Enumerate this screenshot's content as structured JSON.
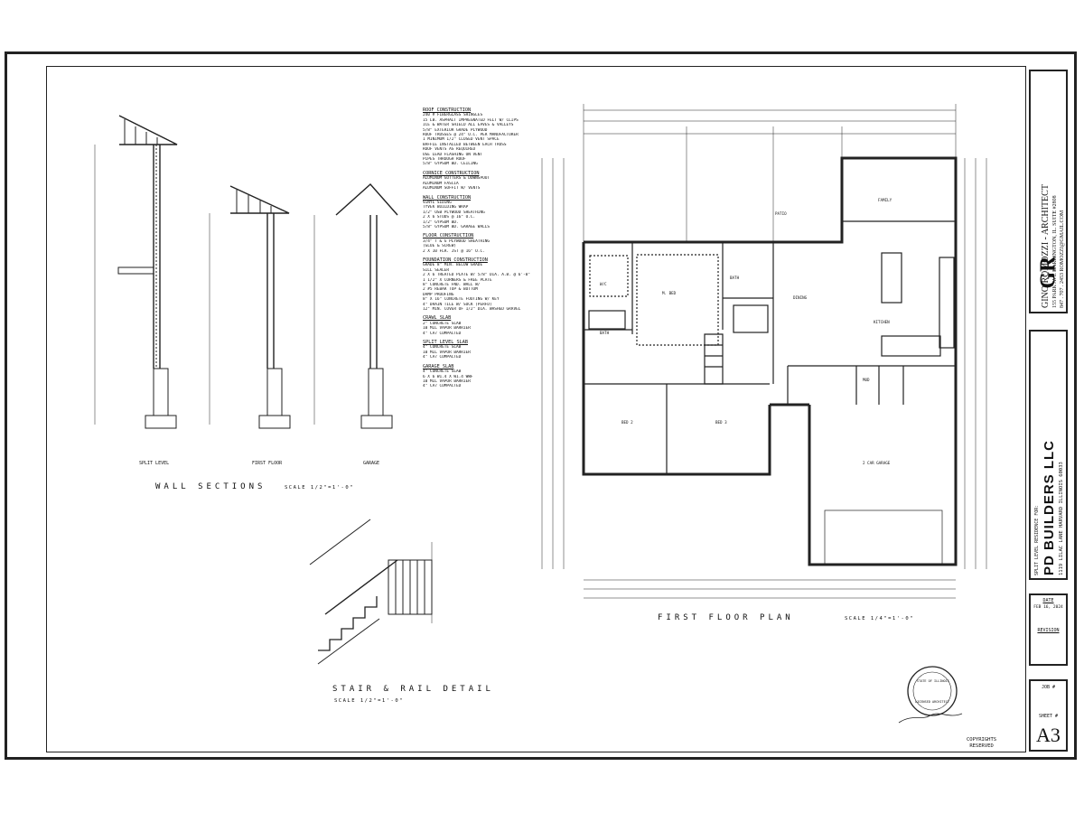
{
  "sheet": {
    "sheet_number": "A3",
    "job_label": "JOB #",
    "sheet_label": "SHEET #",
    "date_label": "DATE",
    "date_value": "FEB 16, 2024",
    "revision_label": "REVISION",
    "copyright": [
      "COPYRIGHTS",
      "RESERVED"
    ]
  },
  "architect": {
    "logo": "GR",
    "name": "GINO ROMOZZI - ARCHITECT",
    "address": "155 PARK AVE BARRINGTON, IL. SUITE #2808",
    "contact": "847 . 707 . 2453  ROMOZZI@GMAIL.COM"
  },
  "client": {
    "line1": "SPLIT LEVEL RESIDENCE FOR:",
    "name": "PD BUILDERS LLC",
    "address": "1119 LILAC LANE     HARVARD     ILLINOIS     60033"
  },
  "captions": {
    "wall_sections": "WALL SECTIONS",
    "wall_sections_scale": "SCALE 1/2\"=1'-0\"",
    "first_floor": "FIRST FLOOR PLAN",
    "first_floor_scale": "SCALE 1/4\"=1'-0\"",
    "stair": "STAIR & RAIL DETAIL",
    "stair_scale": "SCALE 1/2\"=1'-0\""
  },
  "section_labels": [
    "SPLIT LEVEL",
    "FIRST FLOOR",
    "GARAGE"
  ],
  "rooms": {
    "patio": "PATIO",
    "family": "FAMILY",
    "m_bed": "M. BED",
    "bath1": "BATH",
    "bath2": "BATH",
    "wic": "W/C",
    "dining": "DINING",
    "kitchen": "KITCHEN",
    "bed2": "BED 2",
    "bed3": "BED 3",
    "mud": "MUD",
    "garage": "2 CAR GARAGE"
  },
  "notes": [
    {
      "heading": "ROOF CONSTRUCTION",
      "lines": [
        "240 # FIBERGLASS SHINGLES",
        "15 LB. ASPHALT IMPREGNATED FELT W/ CLIPS",
        "ICE & WATER SHIELD ALL EAVES & VALLEYS",
        "5/8\" EXTERIOR GRADE PLYWOOD",
        "ROOF TRUSSES @ 24\" O.C. PER MANUFACTURER",
        "1 MINIMUM 1/2\" CLOSED VENT SPACE",
        "BAFFLE INSTALLED BETWEEN EACH TRUSS",
        "ROOF VENTS AS REQUIRED",
        "USE LEAD FLASHING ON VENT",
        "PIPES THROUGH ROOF",
        "5/8\" GYPSUM BD. CEILING"
      ]
    },
    {
      "heading": "CORNICE CONSTRUCTION",
      "lines": [
        "ALUMINUM GUTTERS & DOWNSPOUT",
        "ALUMINUM FASCIA",
        "ALUMINUM SOFFIT W/ VENTS"
      ]
    },
    {
      "heading": "WALL CONSTRUCTION",
      "lines": [
        "VINYL SIDING",
        "TYVEK BUILDING WRAP",
        "1/2\" OSB PLYWOOD SHEATHING",
        "2 X 6 STUDS @ 16\" O.C.",
        "1/2\" GYPSUM BD.",
        "5/8\" GYPSUM BD. GARAGE WALLS"
      ]
    },
    {
      "heading": "FLOOR CONSTRUCTION",
      "lines": [
        "3/4\" T & G PLYWOOD SHEATHING",
        "(GLUE & SCREW)",
        "2 X 10 FLR. JST @ 16\" O.C."
      ]
    },
    {
      "heading": "FOUNDATION CONSTRUCTION",
      "lines": [
        "GRADE 8\" MIN. BELOW GRADE",
        "SILL SEALER",
        "2 X 6 TREATED PLATE W/ 5/8\" DIA. A.B. @ 6'-0\" O.C.",
        "1 1/2\" X CORNERS & FREE PLATE",
        "8\" CONCRETE FND. WALL W/",
        "2 #5 REBAR TOP & BOTTOM",
        "DAMP PROOFING",
        "8\" X 16\" CONCRETE FOOTING W/ KEY",
        "4\" DRAIN TILE W/ SOCK (PERFD)",
        "12\" MIN. COVER OF 1/2\" DIA. WASHED GRAVEL"
      ]
    },
    {
      "heading": "CRAWL SLAB",
      "lines": [
        "2\" CONCRETE SLAB",
        "10 MIL VAPOR BARRIER",
        "4\" CA7 COMPACTED"
      ]
    },
    {
      "heading": "SPLIT LEVEL SLAB",
      "lines": [
        "4\" CONCRETE SLAB",
        "10 MIL VAPOR BARRIER",
        "4\" CA7 COMPACTED"
      ]
    },
    {
      "heading": "GARAGE SLAB",
      "lines": [
        "4\" CONCRETE SLAB",
        "6 X 6 W1.4 X W1.4 WWF",
        "10 MIL VAPOR BARRIER",
        "4\" CA7 COMPACTED"
      ]
    }
  ],
  "stamp": {
    "text": "STATE OF ILLINOIS",
    "sub": "LICENSED ARCHITECT"
  }
}
